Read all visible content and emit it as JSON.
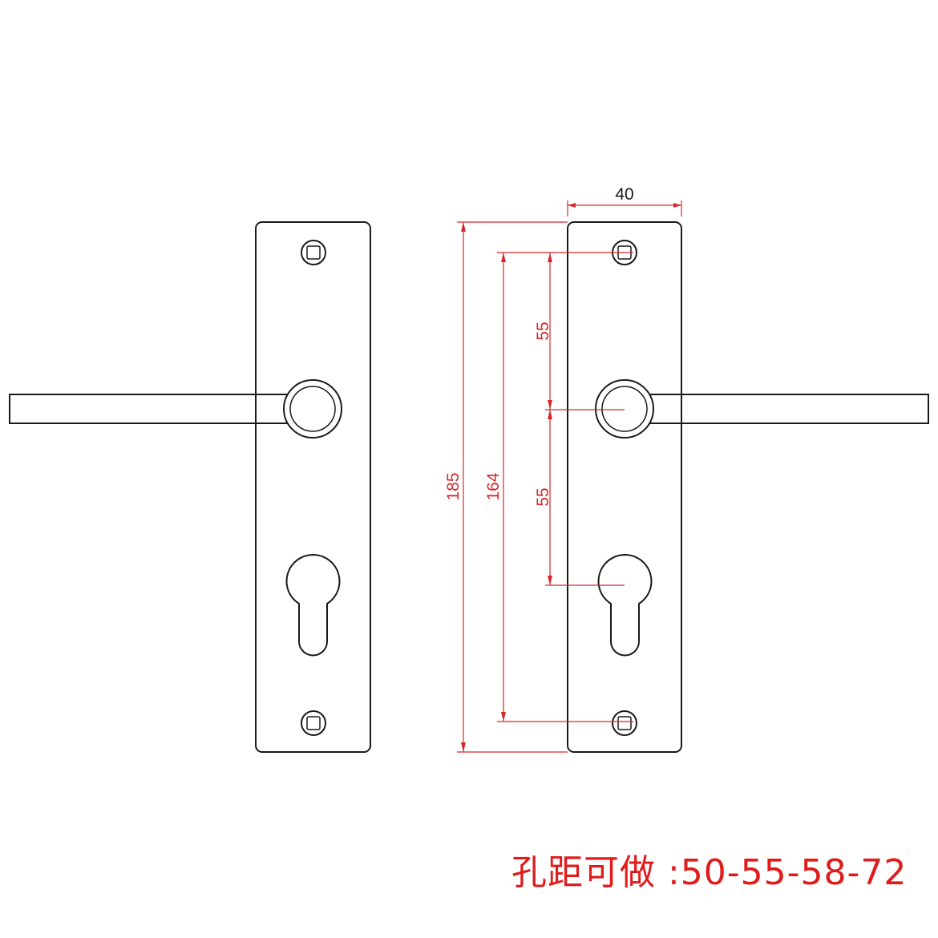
{
  "dimensions": {
    "width": "40",
    "total_height": "185",
    "screw_spacing": "164",
    "upper_spacing": "55",
    "lower_spacing": "55"
  },
  "note": "孔距可做 :50-55-58-72",
  "colors": {
    "outline": "#1a1a1a",
    "dimension": "#d9262a",
    "note": "#e11a1a"
  }
}
